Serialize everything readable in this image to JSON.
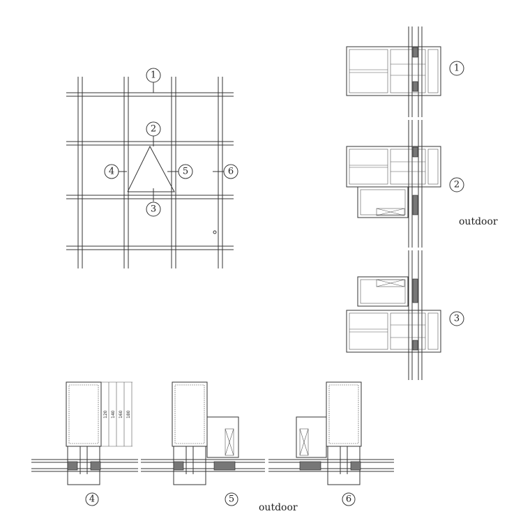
{
  "elevation": {
    "callouts": [
      "1",
      "2",
      "3",
      "4",
      "5",
      "6"
    ]
  },
  "vertical_section": {
    "callouts": [
      "1",
      "2",
      "3"
    ],
    "side_label": "outdoor"
  },
  "horizontal_section": {
    "callouts": [
      "4",
      "5",
      "6"
    ],
    "side_label": "outdoor",
    "dimensions": [
      "120",
      "140",
      "160",
      "180"
    ]
  }
}
